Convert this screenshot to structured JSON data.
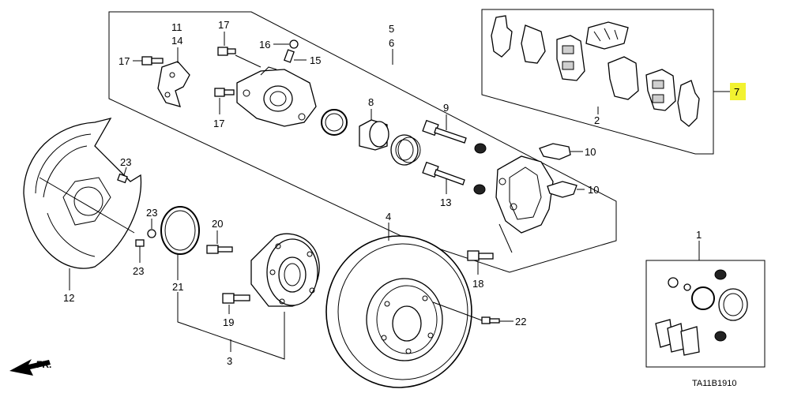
{
  "diagram": {
    "code": "TA11B1910",
    "direction_label": "FR.",
    "highlight_color": "#f2f230",
    "callouts": {
      "c1": "1",
      "c2": "2",
      "c3": "3",
      "c4": "4",
      "c5": "5",
      "c6": "6",
      "c7": "7",
      "c8": "8",
      "c9": "9",
      "c10a": "10",
      "c10b": "10",
      "c11": "11",
      "c12": "12",
      "c13": "13",
      "c14": "14",
      "c15": "15",
      "c16": "16",
      "c17a": "17",
      "c17b": "17",
      "c17c": "17",
      "c18": "18",
      "c19": "19",
      "c20": "20",
      "c21": "21",
      "c22": "22",
      "c23a": "23",
      "c23b": "23",
      "c23c": "23"
    }
  }
}
